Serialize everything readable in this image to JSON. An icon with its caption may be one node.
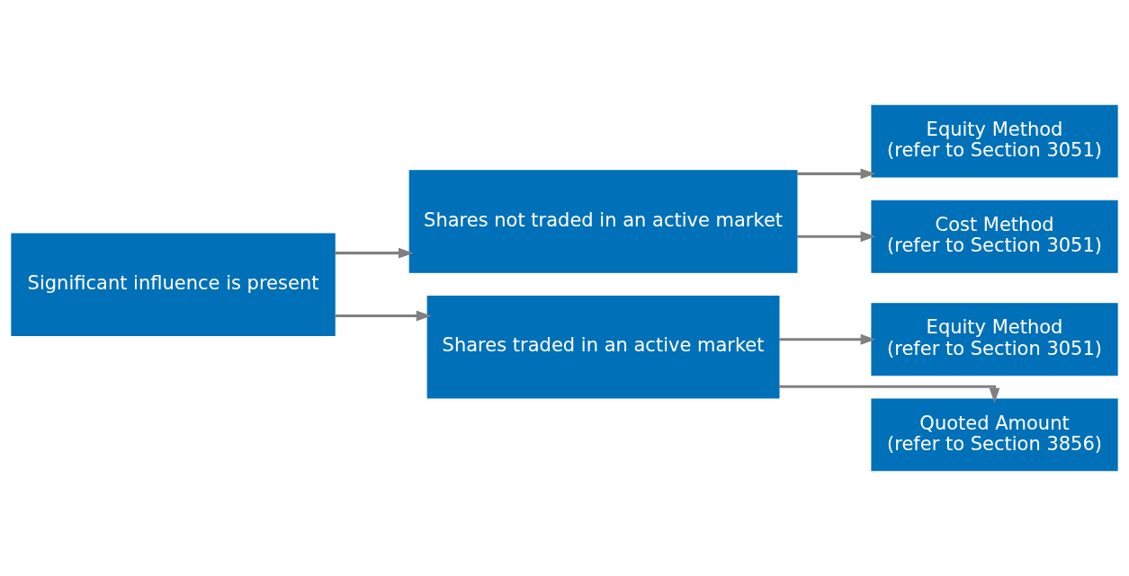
{
  "diagram": {
    "nodes": [
      {
        "text": [
          "Significant influence is present"
        ]
      },
      {
        "text": [
          "Shares not traded in an active market"
        ]
      },
      {
        "text": [
          "Shares traded in an active market"
        ]
      },
      {
        "text": [
          "Equity Method",
          "(refer to Section 3051)"
        ]
      },
      {
        "text": [
          "Cost Method",
          "(refer to Section 3051)"
        ]
      },
      {
        "text": [
          "Equity Method",
          "(refer to Section 3051)"
        ]
      },
      {
        "text": [
          "Quoted Amount",
          "(refer to Section 3856)"
        ]
      }
    ],
    "edges": [
      {
        "from": 0,
        "to": 1,
        "arrow": "to"
      },
      {
        "from": 0,
        "to": 2,
        "arrow": "to"
      },
      {
        "from": 1,
        "to": 3,
        "arrow": "to"
      },
      {
        "from": 1,
        "to": 4,
        "arrow": "to"
      },
      {
        "from": 2,
        "to": 5,
        "arrow": "to"
      },
      {
        "from": 2,
        "to": 6,
        "arrow": "to"
      }
    ]
  }
}
